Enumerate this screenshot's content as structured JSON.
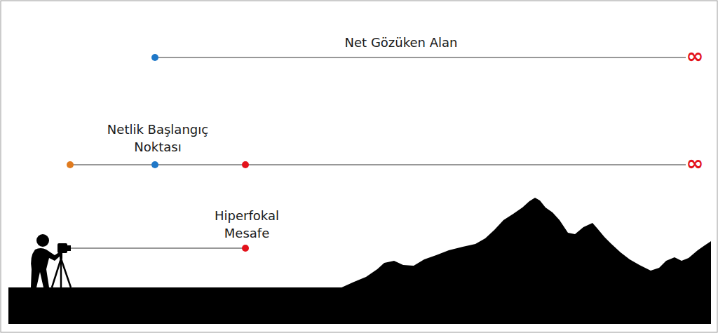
{
  "diagram": {
    "labels": [
      "Net Gözüken Alan",
      "Netlik Başlangıç Noktası",
      "Hiperfokal Mesafe",
      "∞",
      "∞"
    ]
  }
}
